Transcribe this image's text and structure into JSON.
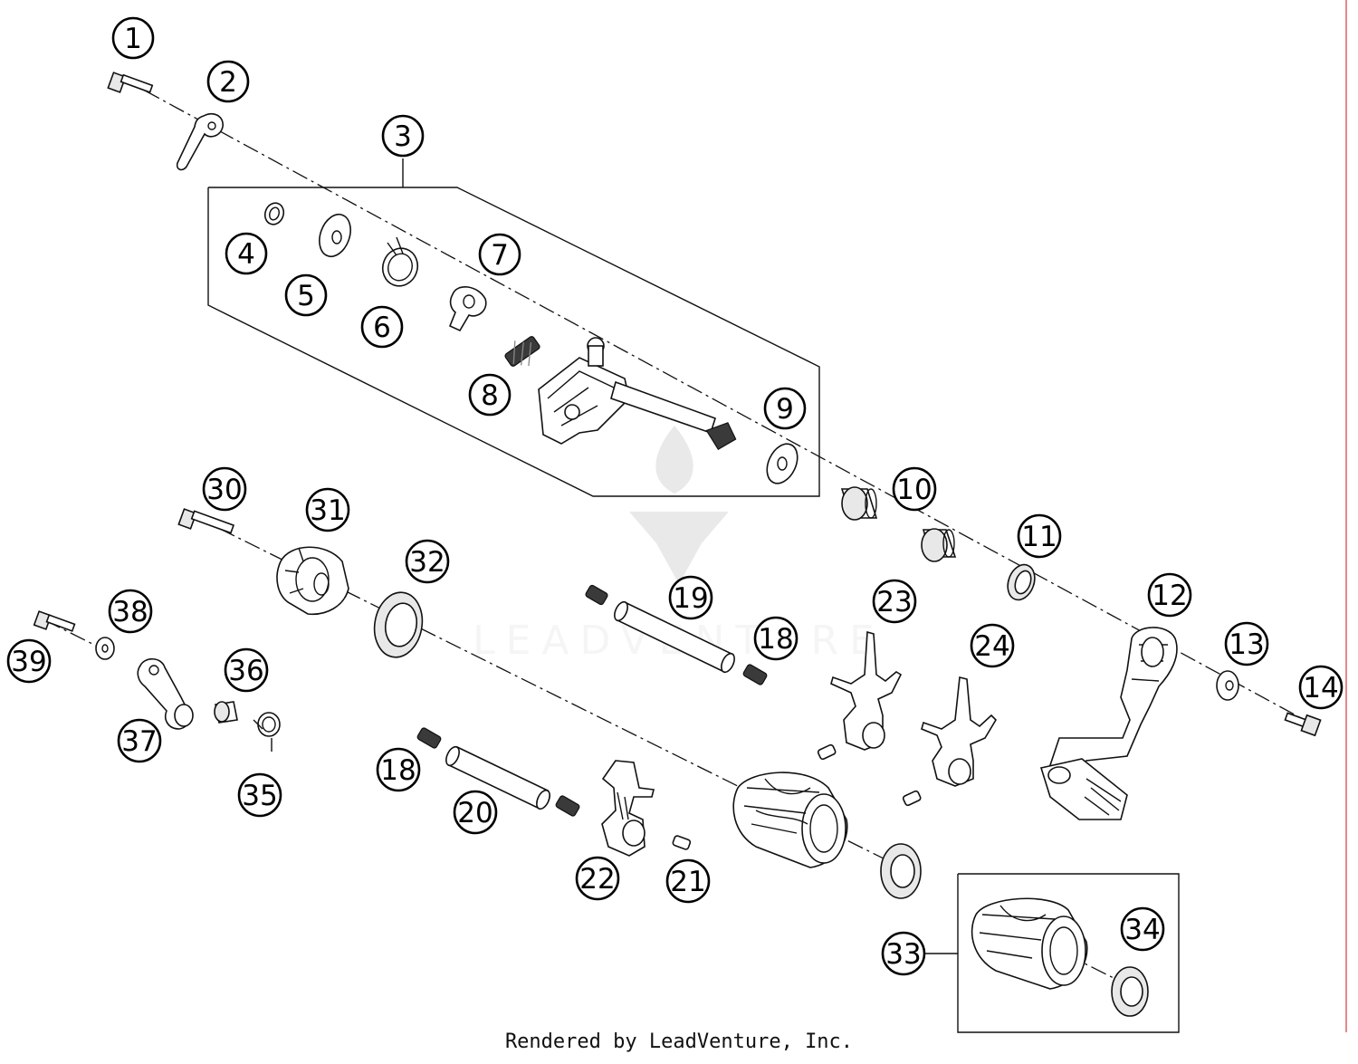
{
  "watermark": {
    "text": "LEADVENTURE"
  },
  "footer": {
    "credit": "Rendered by LeadVenture, Inc."
  },
  "callouts": {
    "n1": "1",
    "n2": "2",
    "n3": "3",
    "n4": "4",
    "n5": "5",
    "n6": "6",
    "n7": "7",
    "n8": "8",
    "n9": "9",
    "n10": "10",
    "n11": "11",
    "n12": "12",
    "n13": "13",
    "n14": "14",
    "n18a": "18",
    "n18b": "18",
    "n19": "19",
    "n20": "20",
    "n21": "21",
    "n22": "22",
    "n23": "23",
    "n24": "24",
    "n30": "30",
    "n31": "31",
    "n32": "32",
    "n33": "33",
    "n34": "34",
    "n35": "35",
    "n36": "36",
    "n37": "37",
    "n38": "38",
    "n39": "39"
  }
}
